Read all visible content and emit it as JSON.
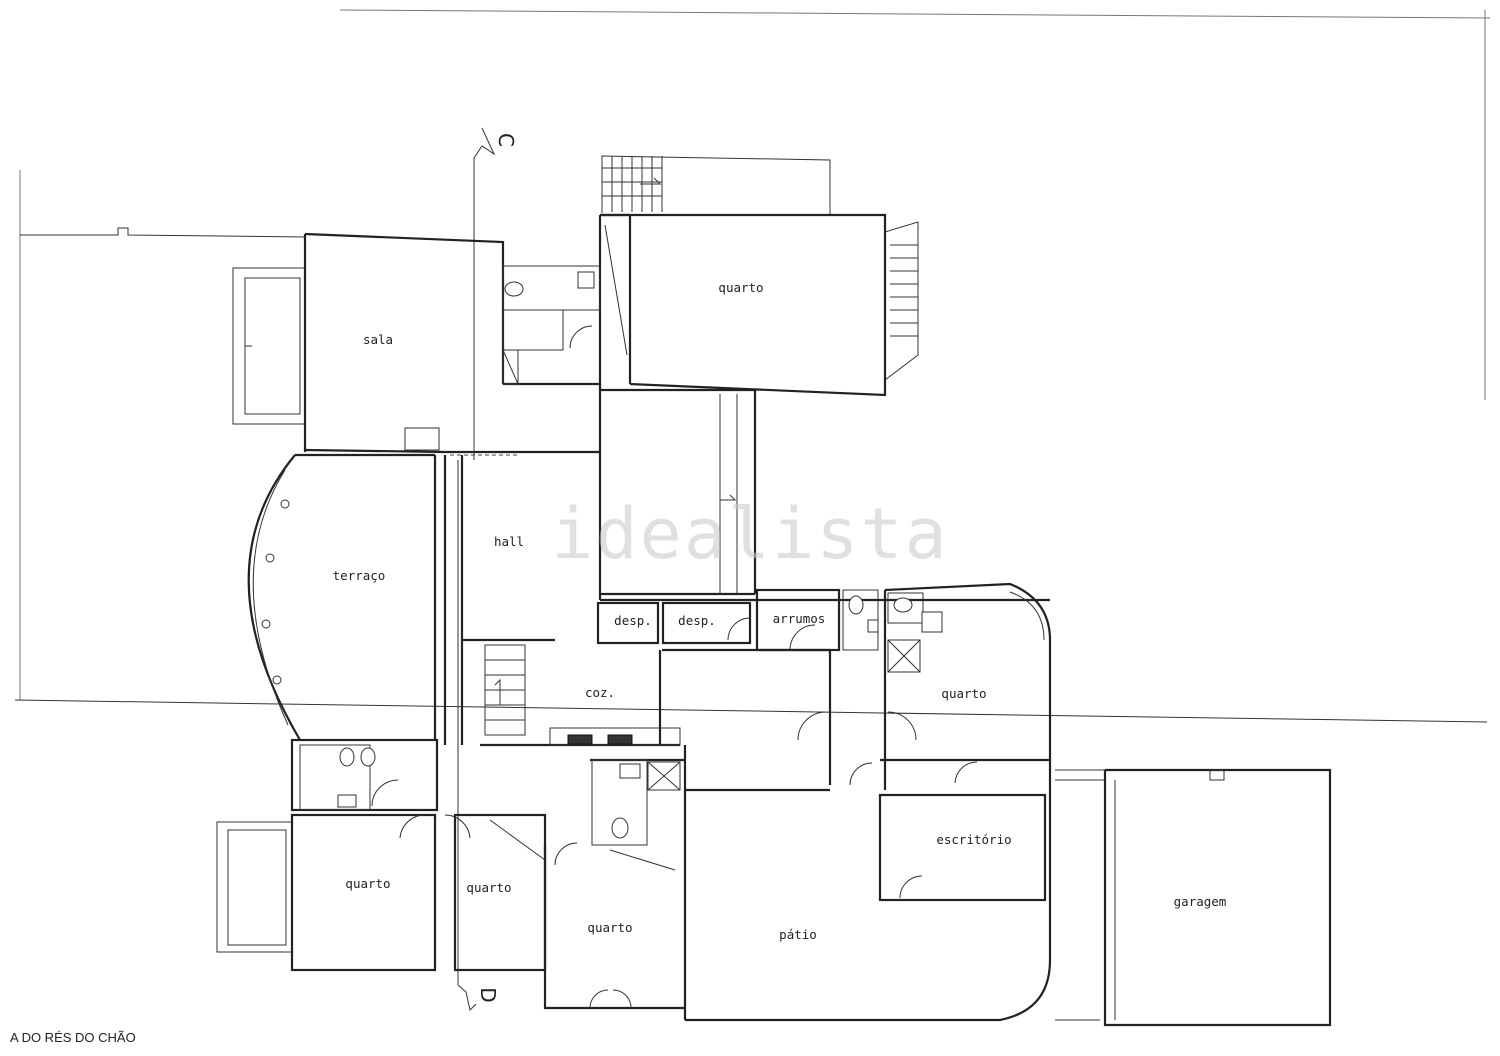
{
  "sheet": {
    "caption": "A DO RÉS DO CHÃO",
    "watermark": "idealista"
  },
  "section_marks": {
    "top": "C",
    "bottom": "D"
  },
  "rooms": {
    "sala": "sala",
    "quarto_top": "quarto",
    "terraco": "terraço",
    "hall": "hall",
    "desp_1": "desp.",
    "desp_2": "desp.",
    "arrumos": "arrumos",
    "coz": "coz.",
    "quarto_east": "quarto",
    "escritorio": "escritório",
    "garagem": "garagem",
    "patio": "pátio",
    "quarto_sw": "quarto",
    "quarto_s_mid": "quarto",
    "quarto_s": "quarto"
  }
}
